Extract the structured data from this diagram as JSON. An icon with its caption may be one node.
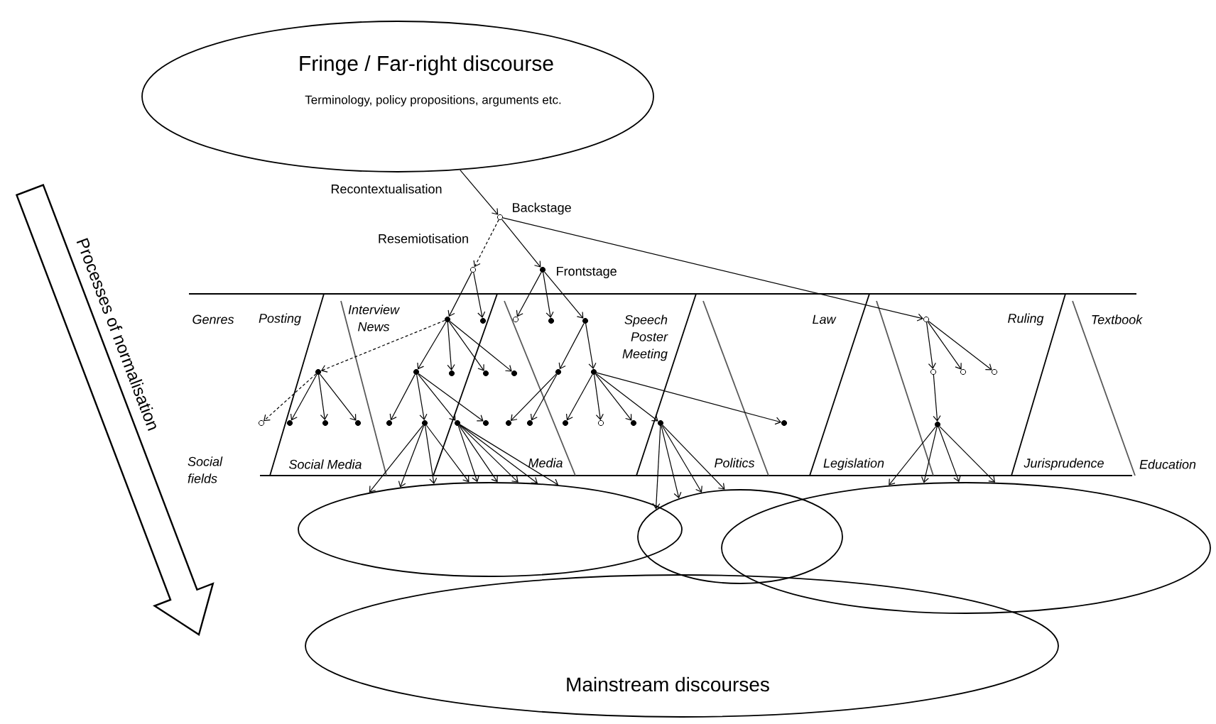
{
  "diagram": {
    "nodes": [
      {
        "text": [
          "Fringe / Far-right discourse",
          "Terminology, policy propositions, arguments etc."
        ]
      },
      {
        "text": [
          "Mainstream discourses"
        ]
      },
      {
        "text": [],
        "shape": "ellipse"
      },
      {
        "text": [],
        "shape": "ellipse"
      },
      {
        "text": [],
        "shape": "ellipse"
      },
      {
        "text": [],
        "shape": "circle",
        "beside": [
          "Backstage"
        ]
      },
      {
        "text": [],
        "shape": "circle"
      },
      {
        "text": [],
        "shape": "dot",
        "beside": [
          "Frontstage"
        ]
      },
      {
        "text": [],
        "shape": "circle"
      },
      {
        "text": [],
        "shape": "dot"
      },
      {
        "text": [],
        "shape": "dot"
      },
      {
        "text": [],
        "shape": "circle"
      },
      {
        "text": [],
        "shape": "dot"
      },
      {
        "text": [],
        "shape": "dot"
      },
      {
        "text": [],
        "shape": "dot"
      },
      {
        "text": [],
        "shape": "dot"
      },
      {
        "text": [],
        "shape": "dot"
      },
      {
        "text": [],
        "shape": "dot"
      },
      {
        "text": [],
        "shape": "dot"
      },
      {
        "text": [],
        "shape": "dot"
      },
      {
        "text": [],
        "shape": "dot"
      },
      {
        "text": [],
        "shape": "circle"
      },
      {
        "text": [],
        "shape": "circle"
      },
      {
        "text": [],
        "shape": "circle"
      },
      {
        "text": [],
        "shape": "circle"
      },
      {
        "text": [],
        "shape": "dot"
      },
      {
        "text": [],
        "shape": "dot"
      },
      {
        "text": [],
        "shape": "dot"
      },
      {
        "text": [],
        "shape": "dot"
      },
      {
        "text": [],
        "shape": "dot"
      },
      {
        "text": [],
        "shape": "dot"
      },
      {
        "text": [],
        "shape": "dot"
      },
      {
        "text": [],
        "shape": "dot"
      },
      {
        "text": [],
        "shape": "dot"
      },
      {
        "text": [],
        "shape": "dot"
      },
      {
        "text": [],
        "shape": "circle"
      },
      {
        "text": [],
        "shape": "dot"
      },
      {
        "text": [],
        "shape": "dot"
      },
      {
        "text": [],
        "shape": "dot"
      },
      {
        "text": [],
        "shape": "dot"
      }
    ],
    "edges": [
      {
        "from": 0,
        "to": 5,
        "arrow": "to",
        "label": "Recontextualisation"
      },
      {
        "from": 5,
        "to": 6,
        "arrow": "to",
        "style": "dashed",
        "label": "Resemiotisation"
      },
      {
        "from": 5,
        "to": 7,
        "arrow": "to"
      },
      {
        "from": 5,
        "to": 8,
        "arrow": "to"
      },
      {
        "from": 6,
        "to": 9,
        "arrow": "to"
      },
      {
        "from": 6,
        "to": 10,
        "arrow": "to"
      },
      {
        "from": 7,
        "to": 11,
        "arrow": "to"
      },
      {
        "from": 7,
        "to": 12,
        "arrow": "to"
      },
      {
        "from": 7,
        "to": 13,
        "arrow": "to"
      },
      {
        "from": 9,
        "to": 14,
        "arrow": "to",
        "style": "dashed"
      },
      {
        "from": 9,
        "to": 15,
        "arrow": "to"
      },
      {
        "from": 9,
        "to": 16,
        "arrow": "to"
      },
      {
        "from": 9,
        "to": 17,
        "arrow": "to"
      },
      {
        "from": 9,
        "to": 18,
        "arrow": "to"
      },
      {
        "from": 13,
        "to": 19,
        "arrow": "to"
      },
      {
        "from": 13,
        "to": 20,
        "arrow": "to"
      },
      {
        "from": 14,
        "to": 24,
        "arrow": "to",
        "style": "dashed"
      },
      {
        "from": 14,
        "to": 25,
        "arrow": "to"
      },
      {
        "from": 14,
        "to": 26,
        "arrow": "to"
      },
      {
        "from": 14,
        "to": 27,
        "arrow": "to"
      },
      {
        "from": 15,
        "to": 28,
        "arrow": "to"
      },
      {
        "from": 15,
        "to": 29,
        "arrow": "to"
      },
      {
        "from": 15,
        "to": 30,
        "arrow": "to"
      },
      {
        "from": 15,
        "to": 31,
        "arrow": "to"
      },
      {
        "from": 19,
        "to": 32,
        "arrow": "to"
      },
      {
        "from": 19,
        "to": 33,
        "arrow": "to"
      },
      {
        "from": 20,
        "to": 34,
        "arrow": "to"
      },
      {
        "from": 20,
        "to": 35,
        "arrow": "to"
      },
      {
        "from": 20,
        "to": 36,
        "arrow": "to"
      },
      {
        "from": 20,
        "to": 37,
        "arrow": "to"
      },
      {
        "from": 20,
        "to": 38,
        "arrow": "to"
      },
      {
        "from": 8,
        "to": 21,
        "arrow": "to"
      },
      {
        "from": 8,
        "to": 22,
        "arrow": "to"
      },
      {
        "from": 8,
        "to": 23,
        "arrow": "to"
      },
      {
        "from": 21,
        "to": 39,
        "arrow": "to"
      },
      {
        "from": 29,
        "to": 2,
        "arrow": "to"
      },
      {
        "from": 29,
        "to": 2,
        "arrow": "to"
      },
      {
        "from": 29,
        "to": 2,
        "arrow": "to"
      },
      {
        "from": 29,
        "to": 2,
        "arrow": "to"
      },
      {
        "from": 30,
        "to": 2,
        "arrow": "to"
      },
      {
        "from": 30,
        "to": 2,
        "arrow": "to"
      },
      {
        "from": 30,
        "to": 2,
        "arrow": "to"
      },
      {
        "from": 30,
        "to": 2,
        "arrow": "to"
      },
      {
        "from": 30,
        "to": 2,
        "arrow": "to"
      },
      {
        "from": 37,
        "to": 3,
        "arrow": "to"
      },
      {
        "from": 37,
        "to": 3,
        "arrow": "to"
      },
      {
        "from": 37,
        "to": 3,
        "arrow": "to"
      },
      {
        "from": 37,
        "to": 3,
        "arrow": "to"
      },
      {
        "from": 39,
        "to": 4,
        "arrow": "to"
      },
      {
        "from": 39,
        "to": 4,
        "arrow": "to"
      },
      {
        "from": 39,
        "to": 4,
        "arrow": "to"
      },
      {
        "from": 39,
        "to": 4,
        "arrow": "to"
      }
    ],
    "labels": [
      "Genres",
      "Posting",
      "Interview News",
      "Speech Poster Meeting",
      "Law",
      "Ruling",
      "Textbook",
      "Social fields",
      "Social Media",
      "Media",
      "Politics",
      "Legislation",
      "Jurisprudence",
      "Education",
      "Processes of normalisation"
    ]
  }
}
